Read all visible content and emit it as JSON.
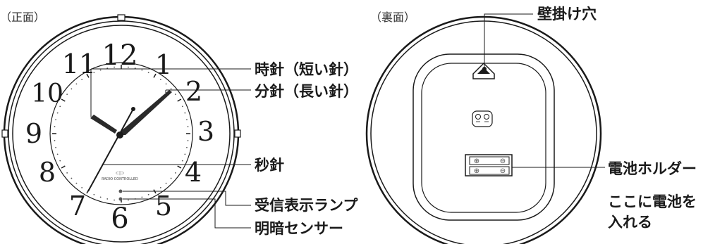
{
  "front": {
    "caption": "（正面）",
    "numerals": [
      "12",
      "1",
      "2",
      "3",
      "4",
      "5",
      "6",
      "7",
      "8",
      "9",
      "10",
      "11"
    ],
    "brand": "⊂|⊃",
    "dial_text": "RADIO CONTROLLED",
    "labels": {
      "hour_hand": "時針（短い針）",
      "minute_hand": "分針（長い針）",
      "second_hand": "秒針",
      "receive_lamp": "受信表示ランプ",
      "light_sensor": "明暗センサー"
    }
  },
  "back": {
    "caption": "（裏面）",
    "labels": {
      "hanging_hole": "壁掛け穴",
      "battery_holder": "電池ホルダー",
      "instruction_line1": "ここに電池を",
      "instruction_line2": "入れる"
    },
    "battery_plus": "⊕",
    "battery_minus": "⊖"
  }
}
